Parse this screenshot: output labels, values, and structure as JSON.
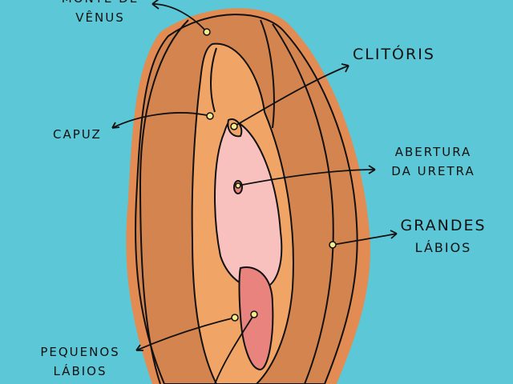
{
  "labels": {
    "monte_venus_line1": "MONTE DE",
    "monte_venus_line2": "VÊNUS",
    "clitoris": "CLITÓRIS",
    "capuz": "CAPUZ",
    "abertura_line1": "ABERTURA",
    "abertura_line2": "DA URETRA",
    "grandes_line1": "GRANDES",
    "grandes_line2": "LÁBIOS",
    "pequenos_line1": "PEQUENOS",
    "pequenos_line2": "LÁBIOS"
  },
  "colors": {
    "background": "#5cc8d7",
    "outer_labia": "#d3844f",
    "inner_labia": "#f0a466",
    "vestibule": "#f8c1bd",
    "opening": "#e8837e",
    "marker": "#f4ec8a"
  }
}
